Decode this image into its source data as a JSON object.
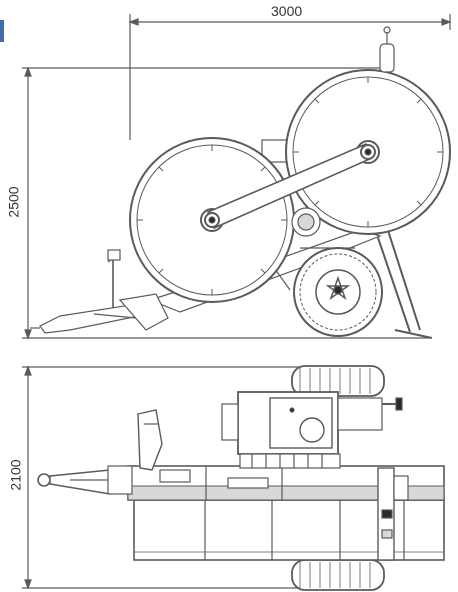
{
  "dimensions": {
    "width_label": "3000",
    "height_label": "2500",
    "top_view_label": "2100"
  },
  "colors": {
    "line": "#5a5a5a",
    "fill": "#ffffff",
    "shade": "#d8d8d8",
    "dark": "#2a2a2a"
  }
}
